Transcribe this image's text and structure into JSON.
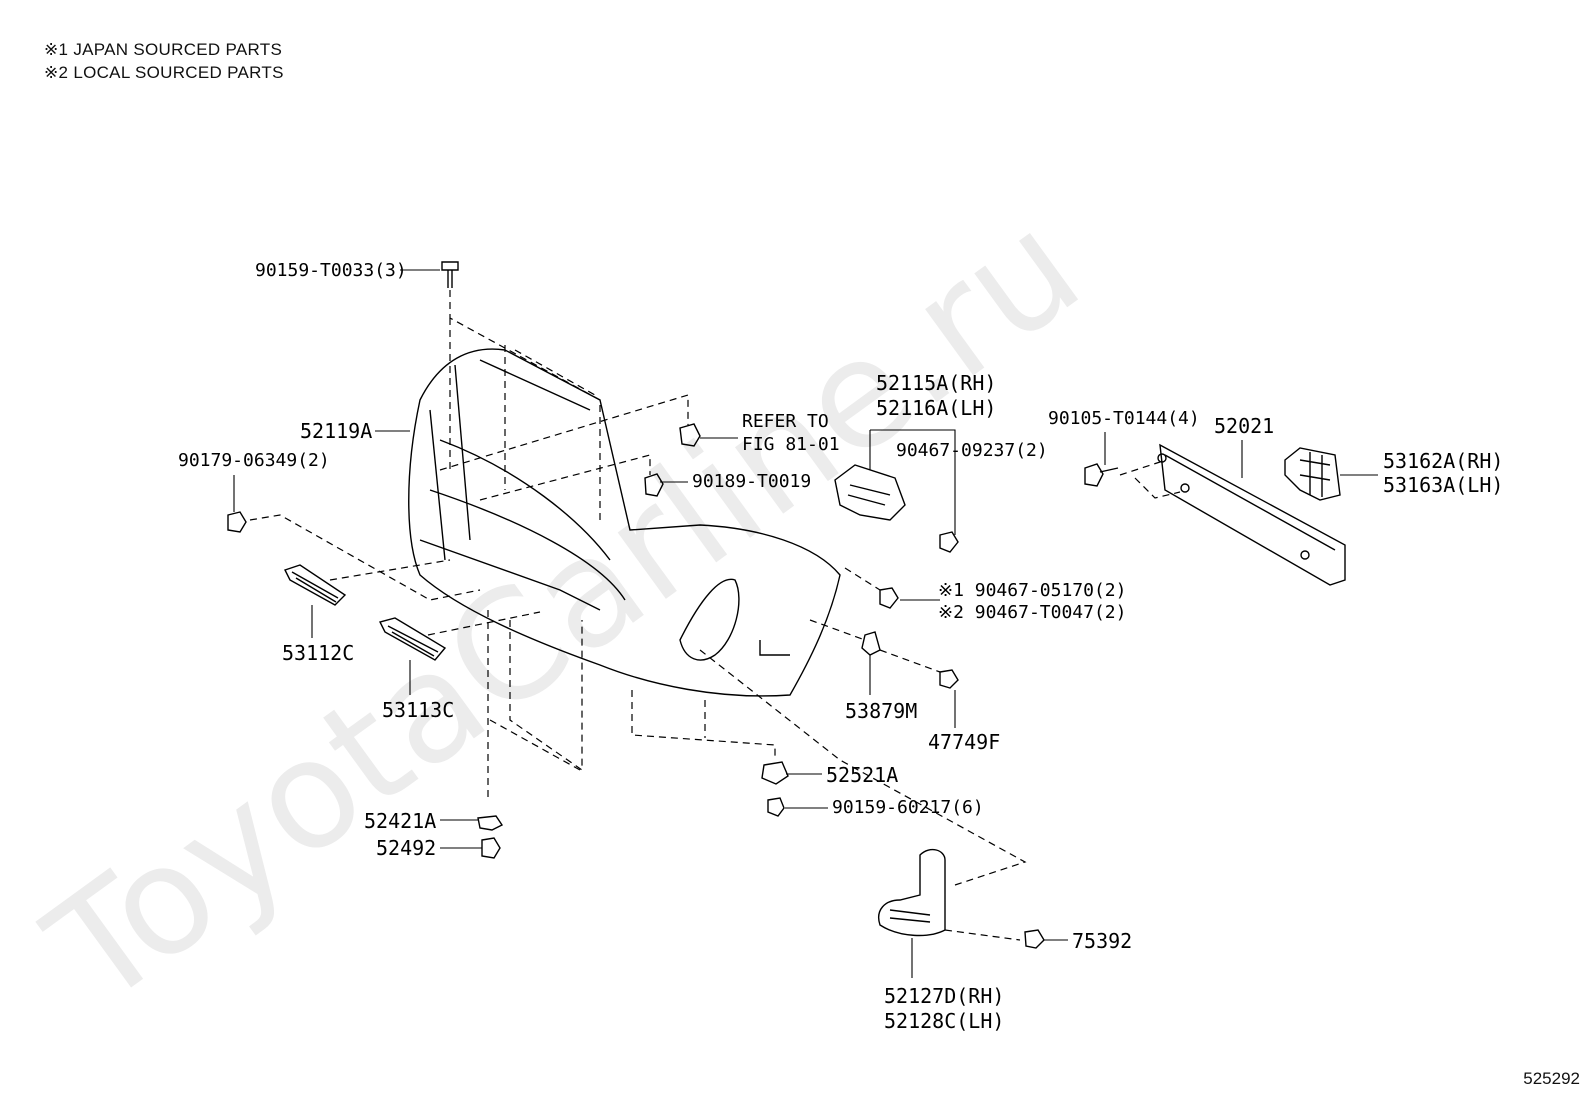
{
  "notes": [
    "※1 JAPAN SOURCED PARTS",
    "※2 LOCAL SOURCED PARTS"
  ],
  "watermark": "ToyotaCarline.ru",
  "figure_number": "525292",
  "parts": {
    "p90159_t0033": "90159-T0033(3)",
    "p52119a": "52119A",
    "p90179_06349": "90179-06349(2)",
    "refer_to": "REFER TO",
    "fig_ref": "FIG 81-01",
    "p90189_t0019": "90189-T0019",
    "p53112c": "53112C",
    "p53113c": "53113C",
    "p52115a": "52115A(RH)",
    "p52116a": "52116A(LH)",
    "p90467_09237": "90467-09237(2)",
    "p90105_t0144": "90105-T0144(4)",
    "p52021": "52021",
    "p53162a": "53162A(RH)",
    "p53163a": "53163A(LH)",
    "p90467_05170": "※1 90467-05170(2)",
    "p90467_t0047": "※2 90467-T0047(2)",
    "p53879m": "53879M",
    "p47749f": "47749F",
    "p52521a": "52521A",
    "p90159_60217": "90159-60217(6)",
    "p52421a": "52421A",
    "p52492": "52492",
    "p75392": "75392",
    "p52127d": "52127D(RH)",
    "p52128c": "52128C(LH)"
  }
}
